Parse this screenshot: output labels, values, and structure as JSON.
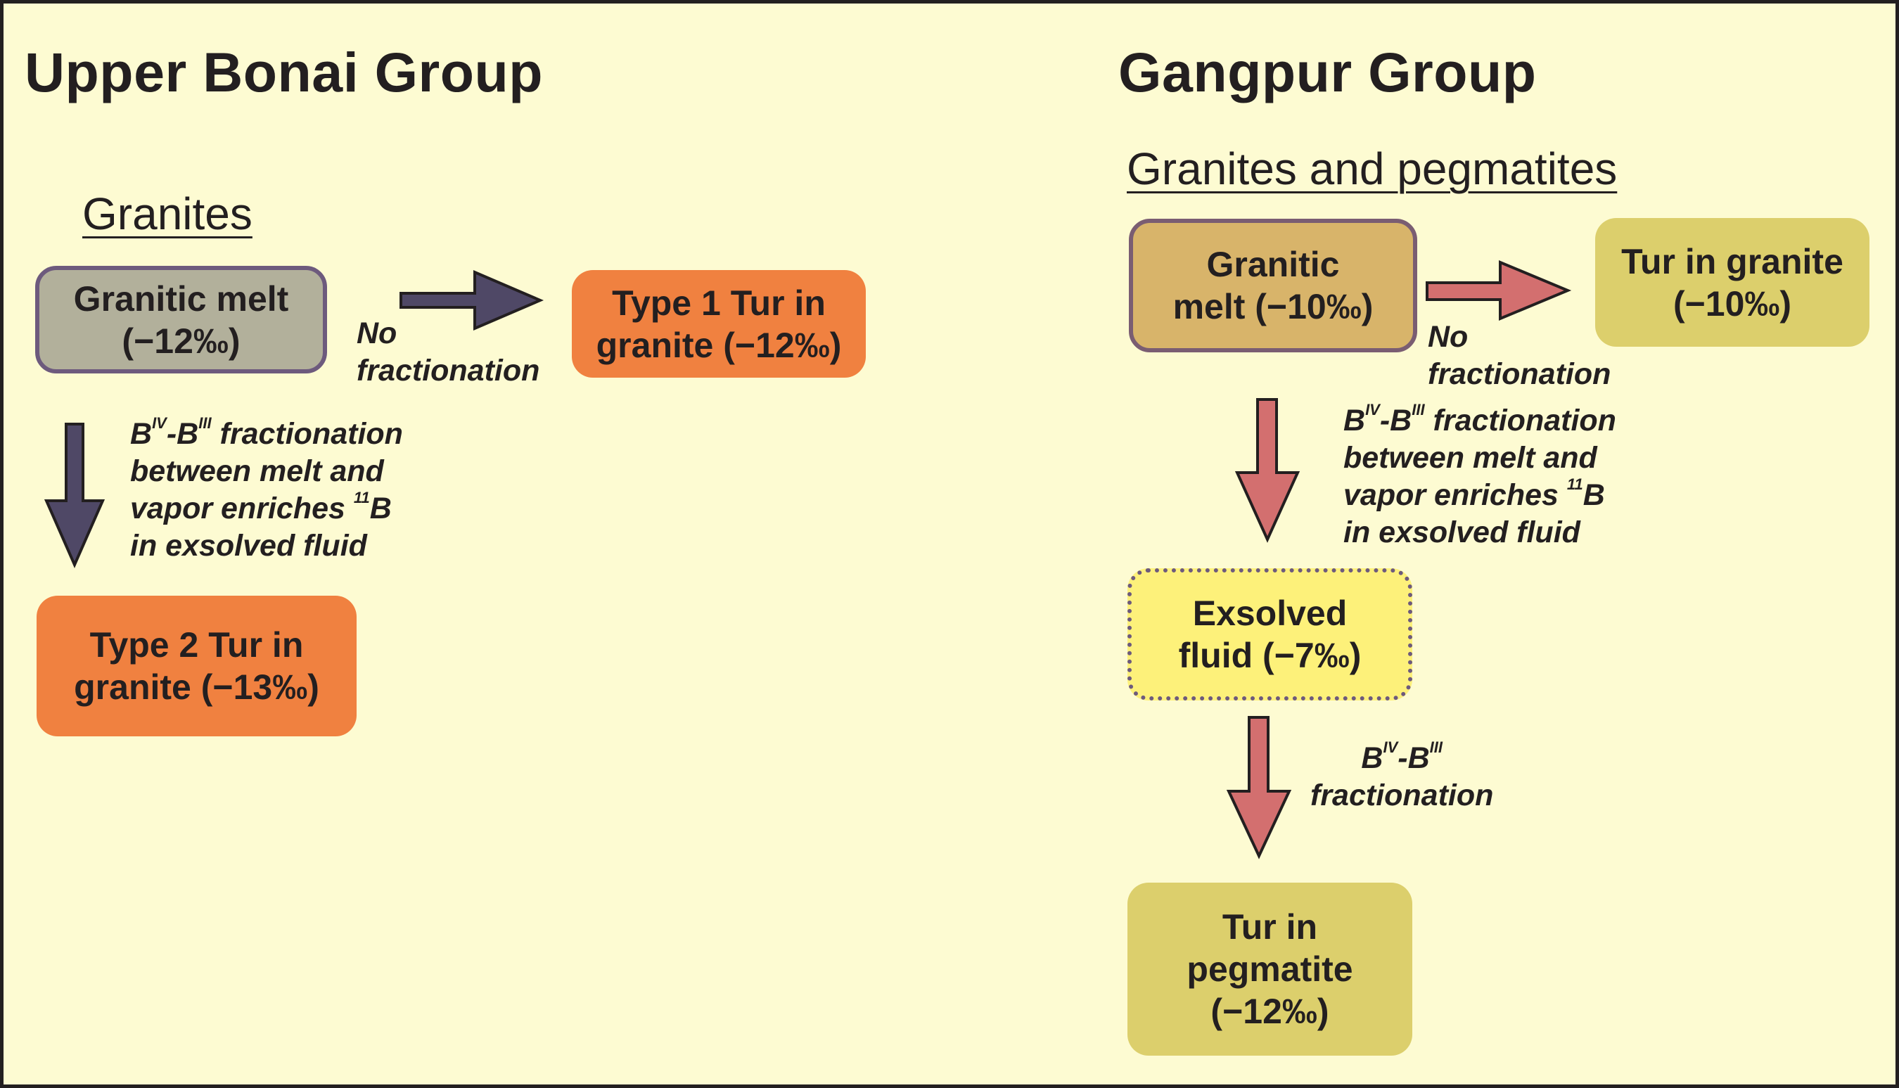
{
  "left": {
    "title": "Upper Bonai Group",
    "subtitle": "Granites",
    "melt": {
      "line1": "Granitic melt",
      "line2": "(−12‰)"
    },
    "type1": {
      "line1": "Type 1 Tur in",
      "line2": "granite (−12‰)"
    },
    "type2": {
      "line1": "Type 2 Tur in",
      "line2": "granite (−13‰)"
    },
    "no_fractionation": {
      "line1": "No",
      "line2": "fractionation"
    },
    "fractionation_note": {
      "b": "B",
      "sup_iv": "IV",
      "dash_b": "-B",
      "sup_iii": "III",
      "line1_rest": " fractionation",
      "line2": "between melt and",
      "line3_pre": "vapor enriches ",
      "sup_11": "11",
      "line3_post": "B",
      "line4": "in exsolved fluid"
    }
  },
  "right": {
    "title": "Gangpur Group",
    "subtitle": "Granites and pegmatites",
    "melt": {
      "line1": "Granitic",
      "line2": "melt (−10‰)"
    },
    "tur_granite": {
      "line1": "Tur in granite",
      "line2": "(−10‰)"
    },
    "exsolved": {
      "line1": "Exsolved",
      "line2": "fluid (−7‰)"
    },
    "pegmatite": {
      "line1": "Tur in",
      "line2": "pegmatite",
      "line3": "(−12‰)"
    },
    "no_fractionation": {
      "line1": "No",
      "line2": "fractionation"
    },
    "fractionation_note": {
      "b": "B",
      "sup_iv": "IV",
      "dash_b": "-B",
      "sup_iii": "III",
      "line1_rest": " fractionation",
      "line2": "between melt and",
      "line3_pre": "vapor enriches ",
      "sup_11": "11",
      "line3_post": "B",
      "line4": "in exsolved fluid"
    },
    "short_note": {
      "b": "B",
      "sup_iv": "IV",
      "dash_b": "-B",
      "sup_iii": "III",
      "line2": "fractionation"
    }
  },
  "colors": {
    "background": "#fdfbd2",
    "melt_left": "#b2b09b",
    "melt_left_border": "#6d5a7d",
    "orange_box": "#f08140",
    "melt_right": "#d8b46a",
    "melt_right_border": "#7a5d72",
    "olive_box": "#dccf6c",
    "exsolved_box": "#fdf17a",
    "arrow_left": "#4f4866",
    "arrow_right": "#d36f6f"
  }
}
